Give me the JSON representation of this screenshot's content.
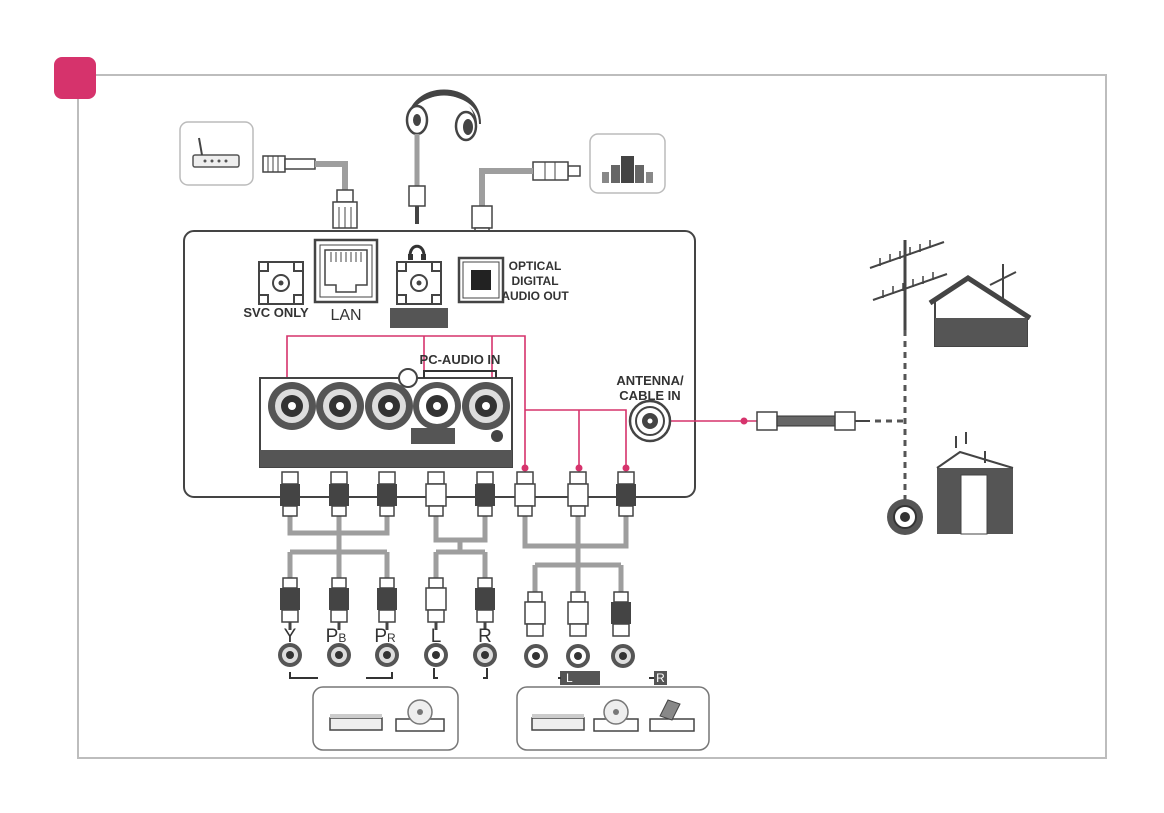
{
  "panel": {
    "svc_only": "SVC ONLY",
    "lan": "LAN",
    "optical_line1": "OPTICAL",
    "optical_line2": "DIGITAL",
    "optical_line3": "AUDIO OUT",
    "pc_audio_in": "PC-AUDIO IN",
    "antenna_line1": "ANTENNA/",
    "antenna_line2": "CABLE IN"
  },
  "component_labels": {
    "y": "Y",
    "pb_main": "P",
    "pb_sub": "B",
    "pr_main": "P",
    "pr_sub": "R",
    "l": "L",
    "r": "R"
  },
  "av_labels": {
    "l": "L",
    "r": "R"
  },
  "colors": {
    "accent": "#d6336c",
    "cable": "#9e9e9e",
    "panel_dark": "#555555",
    "frame": "#bdbdbd"
  }
}
